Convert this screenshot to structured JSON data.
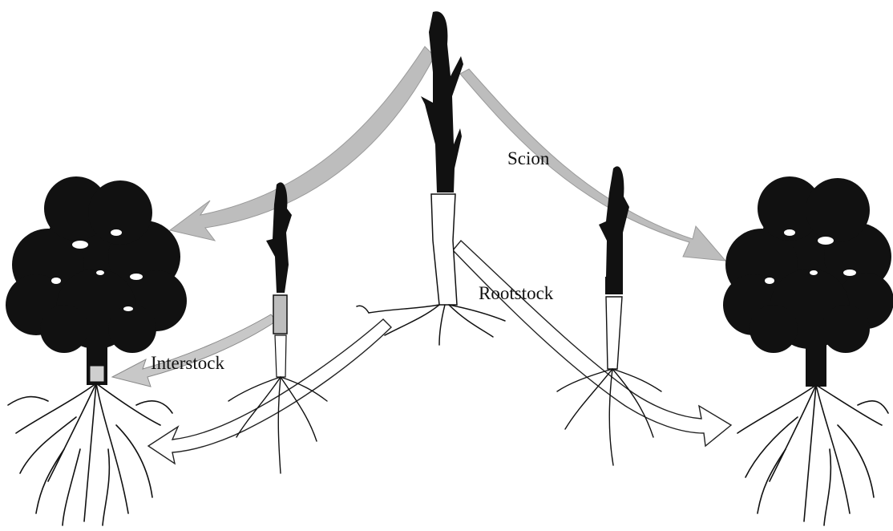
{
  "labels": {
    "scion": "Scion",
    "rootstock": "Rootstock",
    "interstock": "Interstock"
  },
  "colors": {
    "ink": "#111111",
    "arrow_fill": "#bdbdbd",
    "outline_arrow_fill": "#ffffff"
  }
}
